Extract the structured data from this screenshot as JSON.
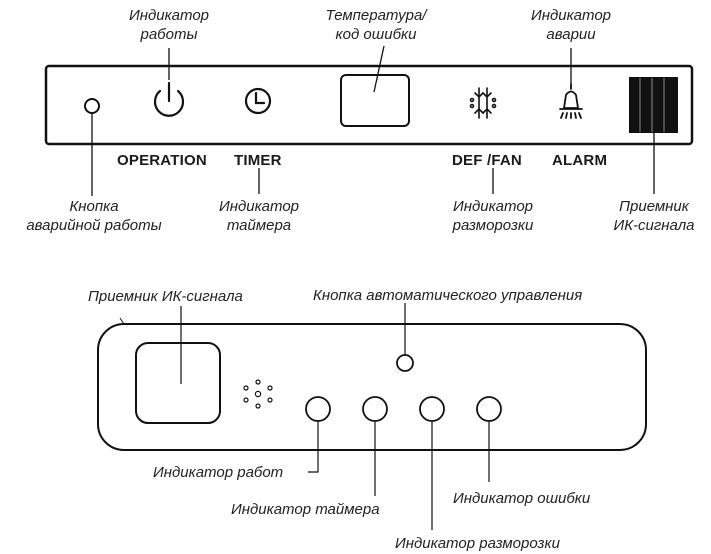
{
  "top_panel": {
    "callouts": {
      "operation_indicator": [
        "Индикатор",
        "работы"
      ],
      "temperature_display": [
        "Температура/",
        "код ошибки"
      ],
      "alarm_indicator": [
        "Индикатор",
        "аварии"
      ],
      "emergency_button": [
        "Кнопка",
        "аварийной работы"
      ],
      "timer_indicator": [
        "Индикатор",
        "таймера"
      ],
      "defrost_indicator": [
        "Индикатор",
        "разморозки"
      ],
      "ir_receiver": [
        "Приемник",
        "ИК-сигнала"
      ]
    },
    "panel_labels": {
      "operation": "OPERATION",
      "timer": "TIMER",
      "def_fan": "DEF /FAN",
      "alarm": "ALARM"
    }
  },
  "bottom_panel": {
    "callouts": {
      "ir_receiver": "Приемник ИК-сигнала",
      "auto_button": "Кнопка автоматического управления",
      "operation_indicator": "Индикатор работ",
      "timer_indicator": "Индикатор таймера",
      "error_indicator": "Индикатор ошибки",
      "defrost_indicator": "Индикатор разморозки"
    }
  },
  "icons": [
    "emergency-button-icon",
    "power-icon",
    "clock-icon",
    "snowflake-defrost-icon",
    "bell-alarm-icon",
    "ir-receiver-window-icon"
  ]
}
